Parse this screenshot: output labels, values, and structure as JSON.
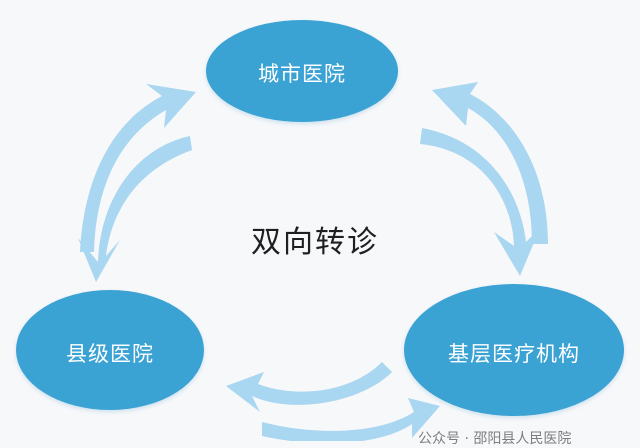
{
  "colors": {
    "node_fill": "#3aa2d4",
    "arrow_fill": "#a9d6f0",
    "background": "#f7f8fa"
  },
  "center": {
    "label": "双向转诊"
  },
  "nodes": {
    "city": {
      "label": "城市医院"
    },
    "county": {
      "label": "县级医院"
    },
    "primary": {
      "label": "基层医疗机构"
    }
  },
  "watermark": {
    "text": "公众号 · 邵阳县人民医院"
  }
}
